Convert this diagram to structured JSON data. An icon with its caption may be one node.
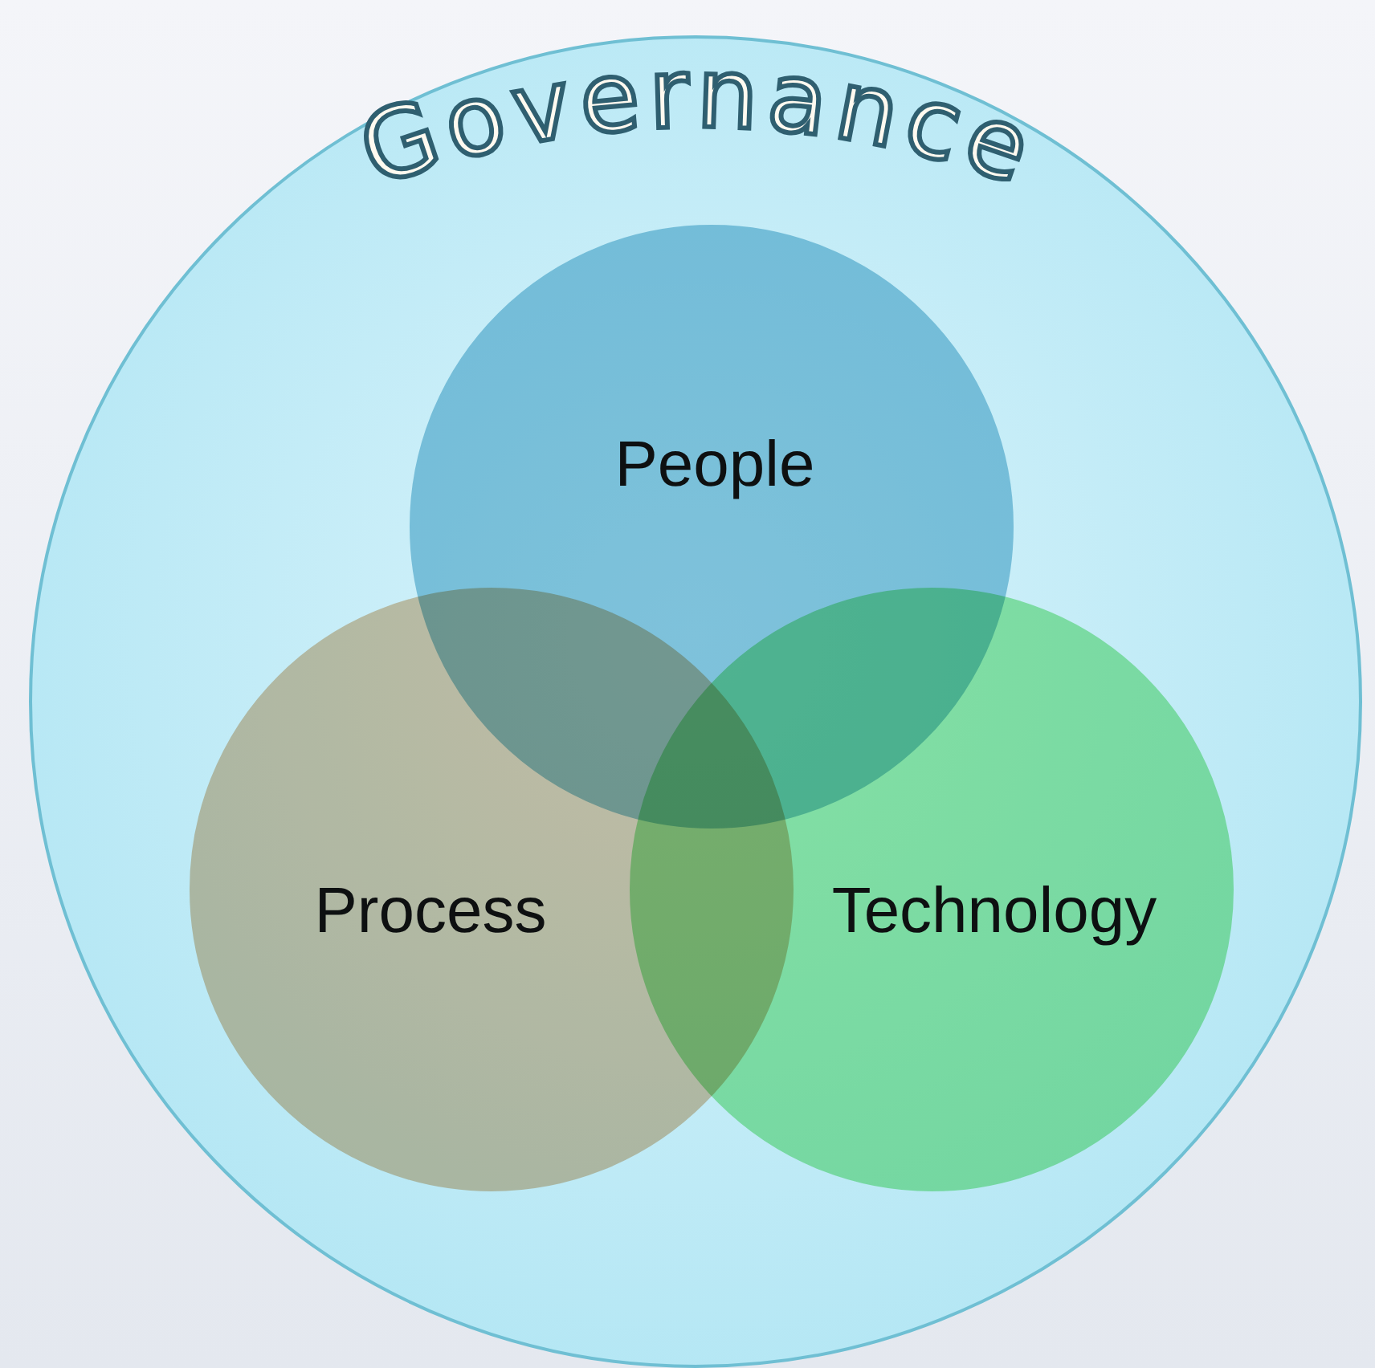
{
  "diagram": {
    "nodes": [
      {
        "text": [
          "Governance"
        ]
      },
      {
        "text": [
          "People"
        ],
        "in": 0
      },
      {
        "text": [
          "Process"
        ],
        "in": 0
      },
      {
        "text": [
          "Technology"
        ],
        "in": 0
      }
    ],
    "edges": []
  }
}
